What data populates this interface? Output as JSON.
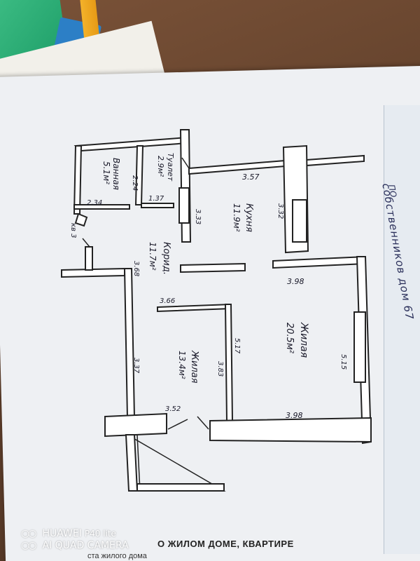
{
  "plan": {
    "rooms": {
      "bath": {
        "name": "Ванная",
        "area": "5.1м²"
      },
      "toilet": {
        "name": "Туалет",
        "area": "2.9м²"
      },
      "kitchen": {
        "name": "Кухня",
        "area": "11.9м²"
      },
      "corridor": {
        "name": "Корид.",
        "area": "11.7м²"
      },
      "living1": {
        "name": "Жилая",
        "area": "20.5м²"
      },
      "living2": {
        "name": "Жилая",
        "area": "13.4м²"
      },
      "closet": {
        "name": "кв 3"
      }
    },
    "dims": {
      "top_kitchen": "3.57",
      "bath_w": "2.34",
      "bath_h": "2.24",
      "toilet_w": "1.37",
      "kitchen_left": "3.33",
      "kitchen_right": "3.32",
      "corridor_len": "3.68",
      "living1_top": "3.98",
      "living1_bottom": "3.98",
      "living1_right": "5.15",
      "living1_left": "5.17",
      "living2_top": "3.66",
      "living2_left": "3.37",
      "living2_right": "3.83",
      "living2_bottom": "3.52"
    }
  },
  "side_text": "собственников дом 67",
  "side_text_2": "ПО",
  "caption": {
    "line1": "О ЖИЛОМ ДОМЕ, КВАРТИРЕ",
    "line2": "ста жилого дома"
  },
  "watermark": {
    "brand": "HUAWEI",
    "model": "P40 lite",
    "camera": "AI QUAD CAMERA"
  }
}
